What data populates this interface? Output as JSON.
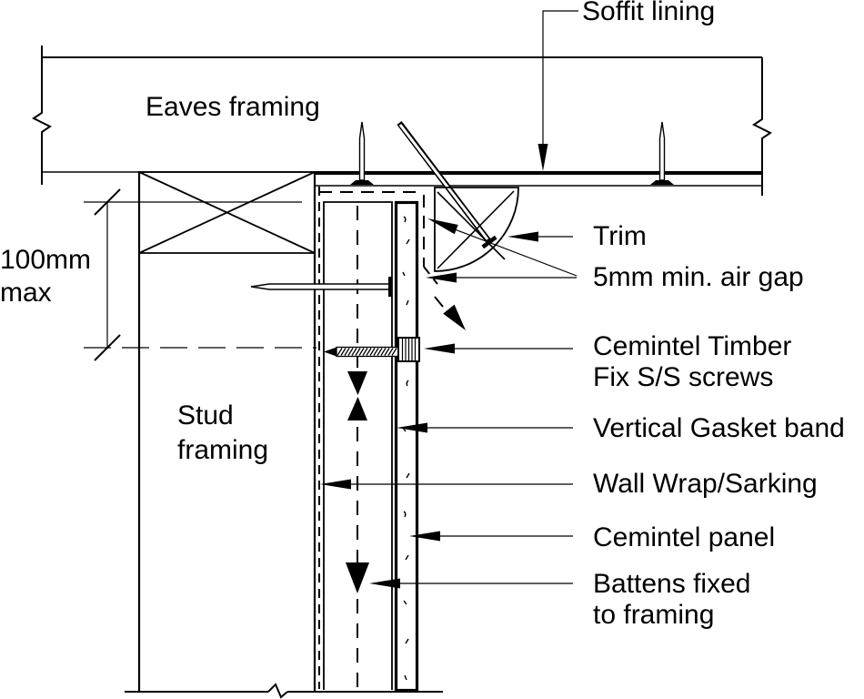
{
  "colors": {
    "ink": "#000000",
    "paper": "#ffffff"
  },
  "labels": {
    "soffit_lining": "Soffit lining",
    "eaves_framing": "Eaves framing",
    "dim_value": "100mm",
    "dim_qualifier": "max",
    "stud_line1": "Stud",
    "stud_line2": "framing",
    "trim": "Trim",
    "air_gap": "5mm min. air gap",
    "screws_line1": "Cemintel Timber",
    "screws_line2": "Fix S/S screws",
    "gasket": "Vertical Gasket band",
    "wrap": "Wall Wrap/Sarking",
    "panel": "Cemintel panel",
    "battens_line1": "Battens fixed",
    "battens_line2": "to framing"
  }
}
